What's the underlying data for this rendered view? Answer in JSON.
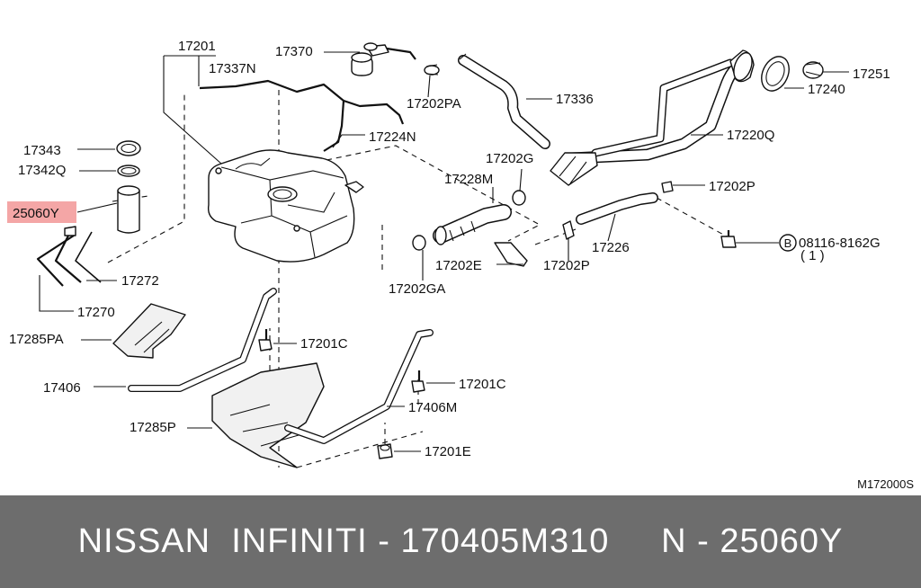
{
  "colors": {
    "background": "#ffffff",
    "line": "#111111",
    "highlight": "#f4a6a6",
    "footer_background": "#6d6d6d",
    "footer_text": "#ffffff"
  },
  "diagram_code": "M172000S",
  "footer": {
    "text": "NISSAN  INFINITI - 170405M310     N - 25060Y"
  },
  "highlight_part": "25060Y",
  "callouts": [
    {
      "id": "17201",
      "text": "17201"
    },
    {
      "id": "17337N",
      "text": "17337N"
    },
    {
      "id": "17370",
      "text": "17370"
    },
    {
      "id": "17202PA",
      "text": "17202PA"
    },
    {
      "id": "17336",
      "text": "17336"
    },
    {
      "id": "17251",
      "text": "17251"
    },
    {
      "id": "17240",
      "text": "17240"
    },
    {
      "id": "17224N",
      "text": "17224N"
    },
    {
      "id": "17220Q",
      "text": "17220Q"
    },
    {
      "id": "17343",
      "text": "17343"
    },
    {
      "id": "17342Q",
      "text": "17342Q"
    },
    {
      "id": "25060Y",
      "text": "25060Y"
    },
    {
      "id": "17202G",
      "text": "17202G"
    },
    {
      "id": "17228M",
      "text": "17228M"
    },
    {
      "id": "17202P_a",
      "text": "17202P"
    },
    {
      "id": "17226",
      "text": "17226"
    },
    {
      "id": "08116",
      "text": "08116-8162G"
    },
    {
      "id": "qty1",
      "text": "( 1 )"
    },
    {
      "id": "17202E",
      "text": "17202E"
    },
    {
      "id": "17202P_b",
      "text": "17202P"
    },
    {
      "id": "17202GA",
      "text": "17202GA"
    },
    {
      "id": "17272",
      "text": "17272"
    },
    {
      "id": "17270",
      "text": "17270"
    },
    {
      "id": "17285PA",
      "text": "17285PA"
    },
    {
      "id": "17201C_a",
      "text": "17201C"
    },
    {
      "id": "17406",
      "text": "17406"
    },
    {
      "id": "17201C_b",
      "text": "17201C"
    },
    {
      "id": "17406M",
      "text": "17406M"
    },
    {
      "id": "17285P",
      "text": "17285P"
    },
    {
      "id": "17201E",
      "text": "17201E"
    }
  ],
  "bolt_marker": "B"
}
